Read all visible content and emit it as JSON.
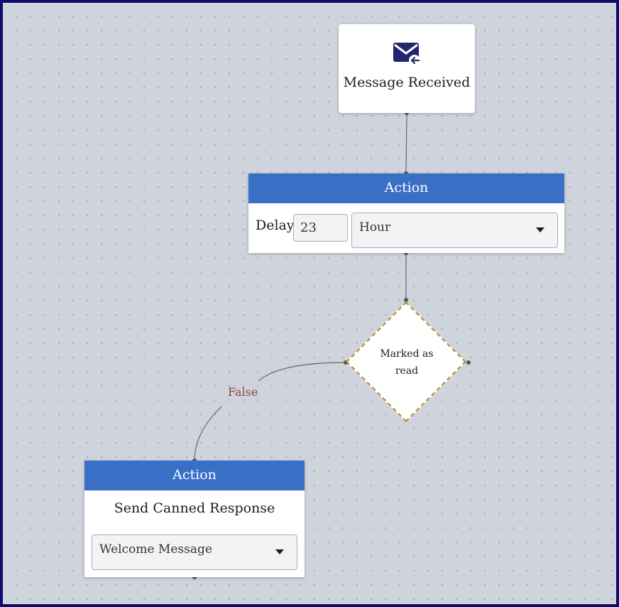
{
  "trigger": {
    "icon": "envelope-reply-icon",
    "title": "Message Received"
  },
  "action_delay": {
    "header": "Action",
    "delay_label": "Delay",
    "delay_value": "23",
    "unit_selected": "Hour"
  },
  "condition": {
    "label": "Marked as read"
  },
  "edge": {
    "false_label": "False"
  },
  "action_canned": {
    "header": "Action",
    "title": "Send Canned Response",
    "selected_response": "Welcome Message"
  },
  "colors": {
    "action_header": "#3a6fc6",
    "canvas": "#cfd3db",
    "icon": "#23256e",
    "condition_border": "#b58a26",
    "false_label": "#8c4b3f"
  }
}
